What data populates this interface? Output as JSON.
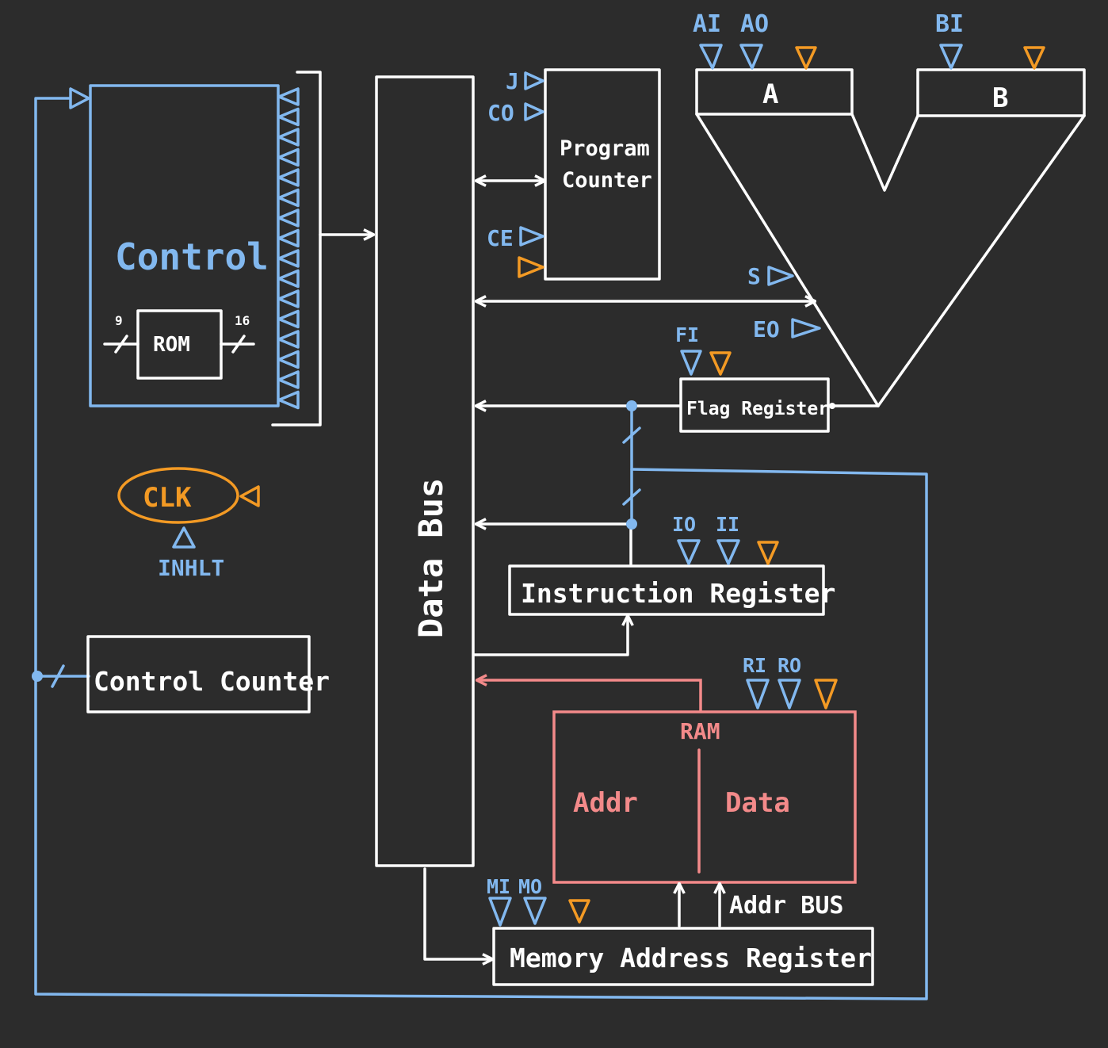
{
  "colors": {
    "background": "#2c2c2c",
    "bus": "#ffffff",
    "control_signal": "#82b8ef",
    "clock": "#f39a24",
    "ram": "#f38a8a"
  },
  "blocks": {
    "control": "Control",
    "rom": "ROM",
    "rom_in_width": "9",
    "rom_out_width": "16",
    "data_bus": "Data Bus",
    "program_counter_line1": "Program",
    "program_counter_line2": "Counter",
    "reg_a": "A",
    "reg_b": "B",
    "flag_register": "Flag Register",
    "instruction_register": "Instruction Register",
    "ram": "RAM",
    "ram_addr": "Addr",
    "ram_data": "Data",
    "addr_bus": "Addr BUS",
    "mar": "Memory Address Register",
    "control_counter": "Control Counter",
    "clock": "CLK"
  },
  "signals": {
    "j": "J",
    "co": "CO",
    "ce": "CE",
    "ai": "AI",
    "ao": "AO",
    "bi": "BI",
    "s": "S",
    "eo": "EO",
    "fi": "FI",
    "io": "IO",
    "ii": "II",
    "ri": "RI",
    "ro": "RO",
    "mi": "MI",
    "mo": "MO",
    "inhlt": "INHLT"
  },
  "icons": {
    "control_input": "triangle-outline-blue",
    "clock_input": "triangle-outline-orange",
    "bus_width": "slash-mark"
  }
}
